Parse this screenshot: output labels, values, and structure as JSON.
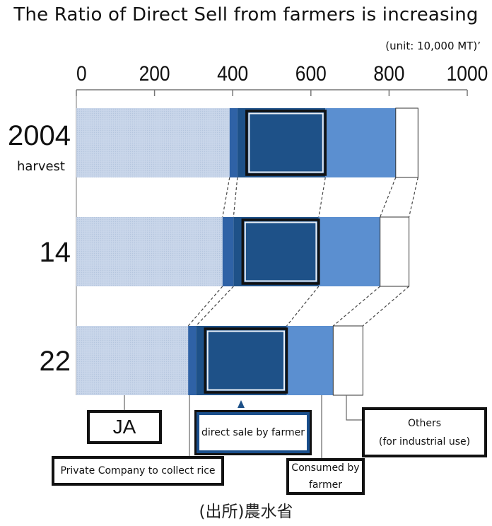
{
  "title": "The Ratio of Direct Sell from farmers is increasing",
  "unit": "(unit: 10,000 MT)’",
  "source": "(出所)農水省",
  "chart_data": {
    "type": "bar",
    "orientation": "horizontal",
    "stacked": true,
    "title": "The Ratio of Direct Sell from farmers is increasing",
    "xlim": [
      0,
      1000
    ],
    "x_ticks": [
      "0",
      "200",
      "400",
      "600",
      "800",
      "1000"
    ],
    "categories": [
      "2004",
      "14",
      "22"
    ],
    "category_sublabel": "harvest",
    "series": [
      {
        "name": "JA",
        "color": "#c9d6ea",
        "values": [
          392,
          374,
          286
        ]
      },
      {
        "name": "Private Company to collect rice",
        "color": "#2f62a6",
        "values": [
          20,
          28,
          20
        ]
      },
      {
        "name": "direct sale by farmer",
        "color": "#1e5188",
        "values": [
          225,
          218,
          232
        ]
      },
      {
        "name": "Consumed by farmer",
        "color": "#5b8fd0",
        "values": [
          180,
          157,
          119
        ]
      },
      {
        "name": "Others (for industrial use)",
        "color": "#ffffff",
        "values": [
          57,
          74,
          76
        ]
      }
    ],
    "highlight_series": "direct sale by farmer",
    "grid": false,
    "legend": "callout boxes below chart"
  },
  "callouts": {
    "ja": "JA",
    "private": "Private Company to collect rice",
    "direct": "direct sale by farmer",
    "consumed": "Consumed by farmer",
    "others_line1": "Others",
    "others_line2": "(for industrial use)"
  }
}
